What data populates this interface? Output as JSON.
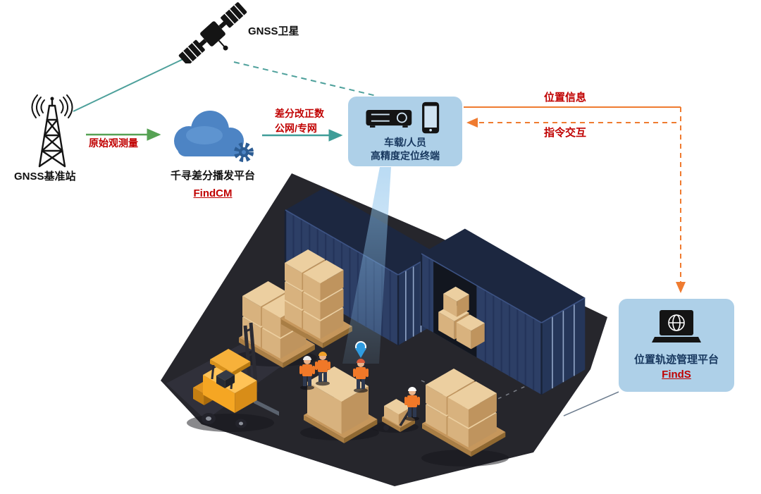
{
  "diagram": {
    "satellite": {
      "label": "GNSS卫星"
    },
    "base_station": {
      "label": "GNSS基准站"
    },
    "cloud_platform": {
      "title": "千寻差分播发平台",
      "name": "FindCM"
    },
    "positioning_terminal": {
      "line1": "车载/人员",
      "line2": "高精度定位终端"
    },
    "management_platform": {
      "title": "位置轨迹管理平台",
      "name": "FindS"
    },
    "edges": {
      "raw_observation": "原始观测量",
      "diff_correction_line1": "差分改正数",
      "diff_correction_line2": "公网/专网",
      "position_info": "位置信息",
      "command_interaction": "指令交互"
    }
  },
  "colors": {
    "teal_line": "#4da09b",
    "green_arrow": "#56a254",
    "orange_arrow": "#ef7b30",
    "label_red": "#c00000",
    "node_fill": "#aed0e8",
    "node_text": "#17375e",
    "container_navy": "#2d3f66",
    "floor_dark": "#26262c",
    "box_tan": "#d9b583",
    "forklift_yellow": "#f5a623",
    "beam_blue": "#8cc3ec"
  },
  "icons": {
    "satellite": "satellite-icon",
    "base_station": "radio-tower-icon",
    "cloud": "cloud-gear-icon",
    "terminal": [
      "gnss-receiver-icon",
      "smartphone-icon"
    ],
    "platform": "laptop-globe-icon",
    "scene_marker": "location-pin-icon"
  }
}
